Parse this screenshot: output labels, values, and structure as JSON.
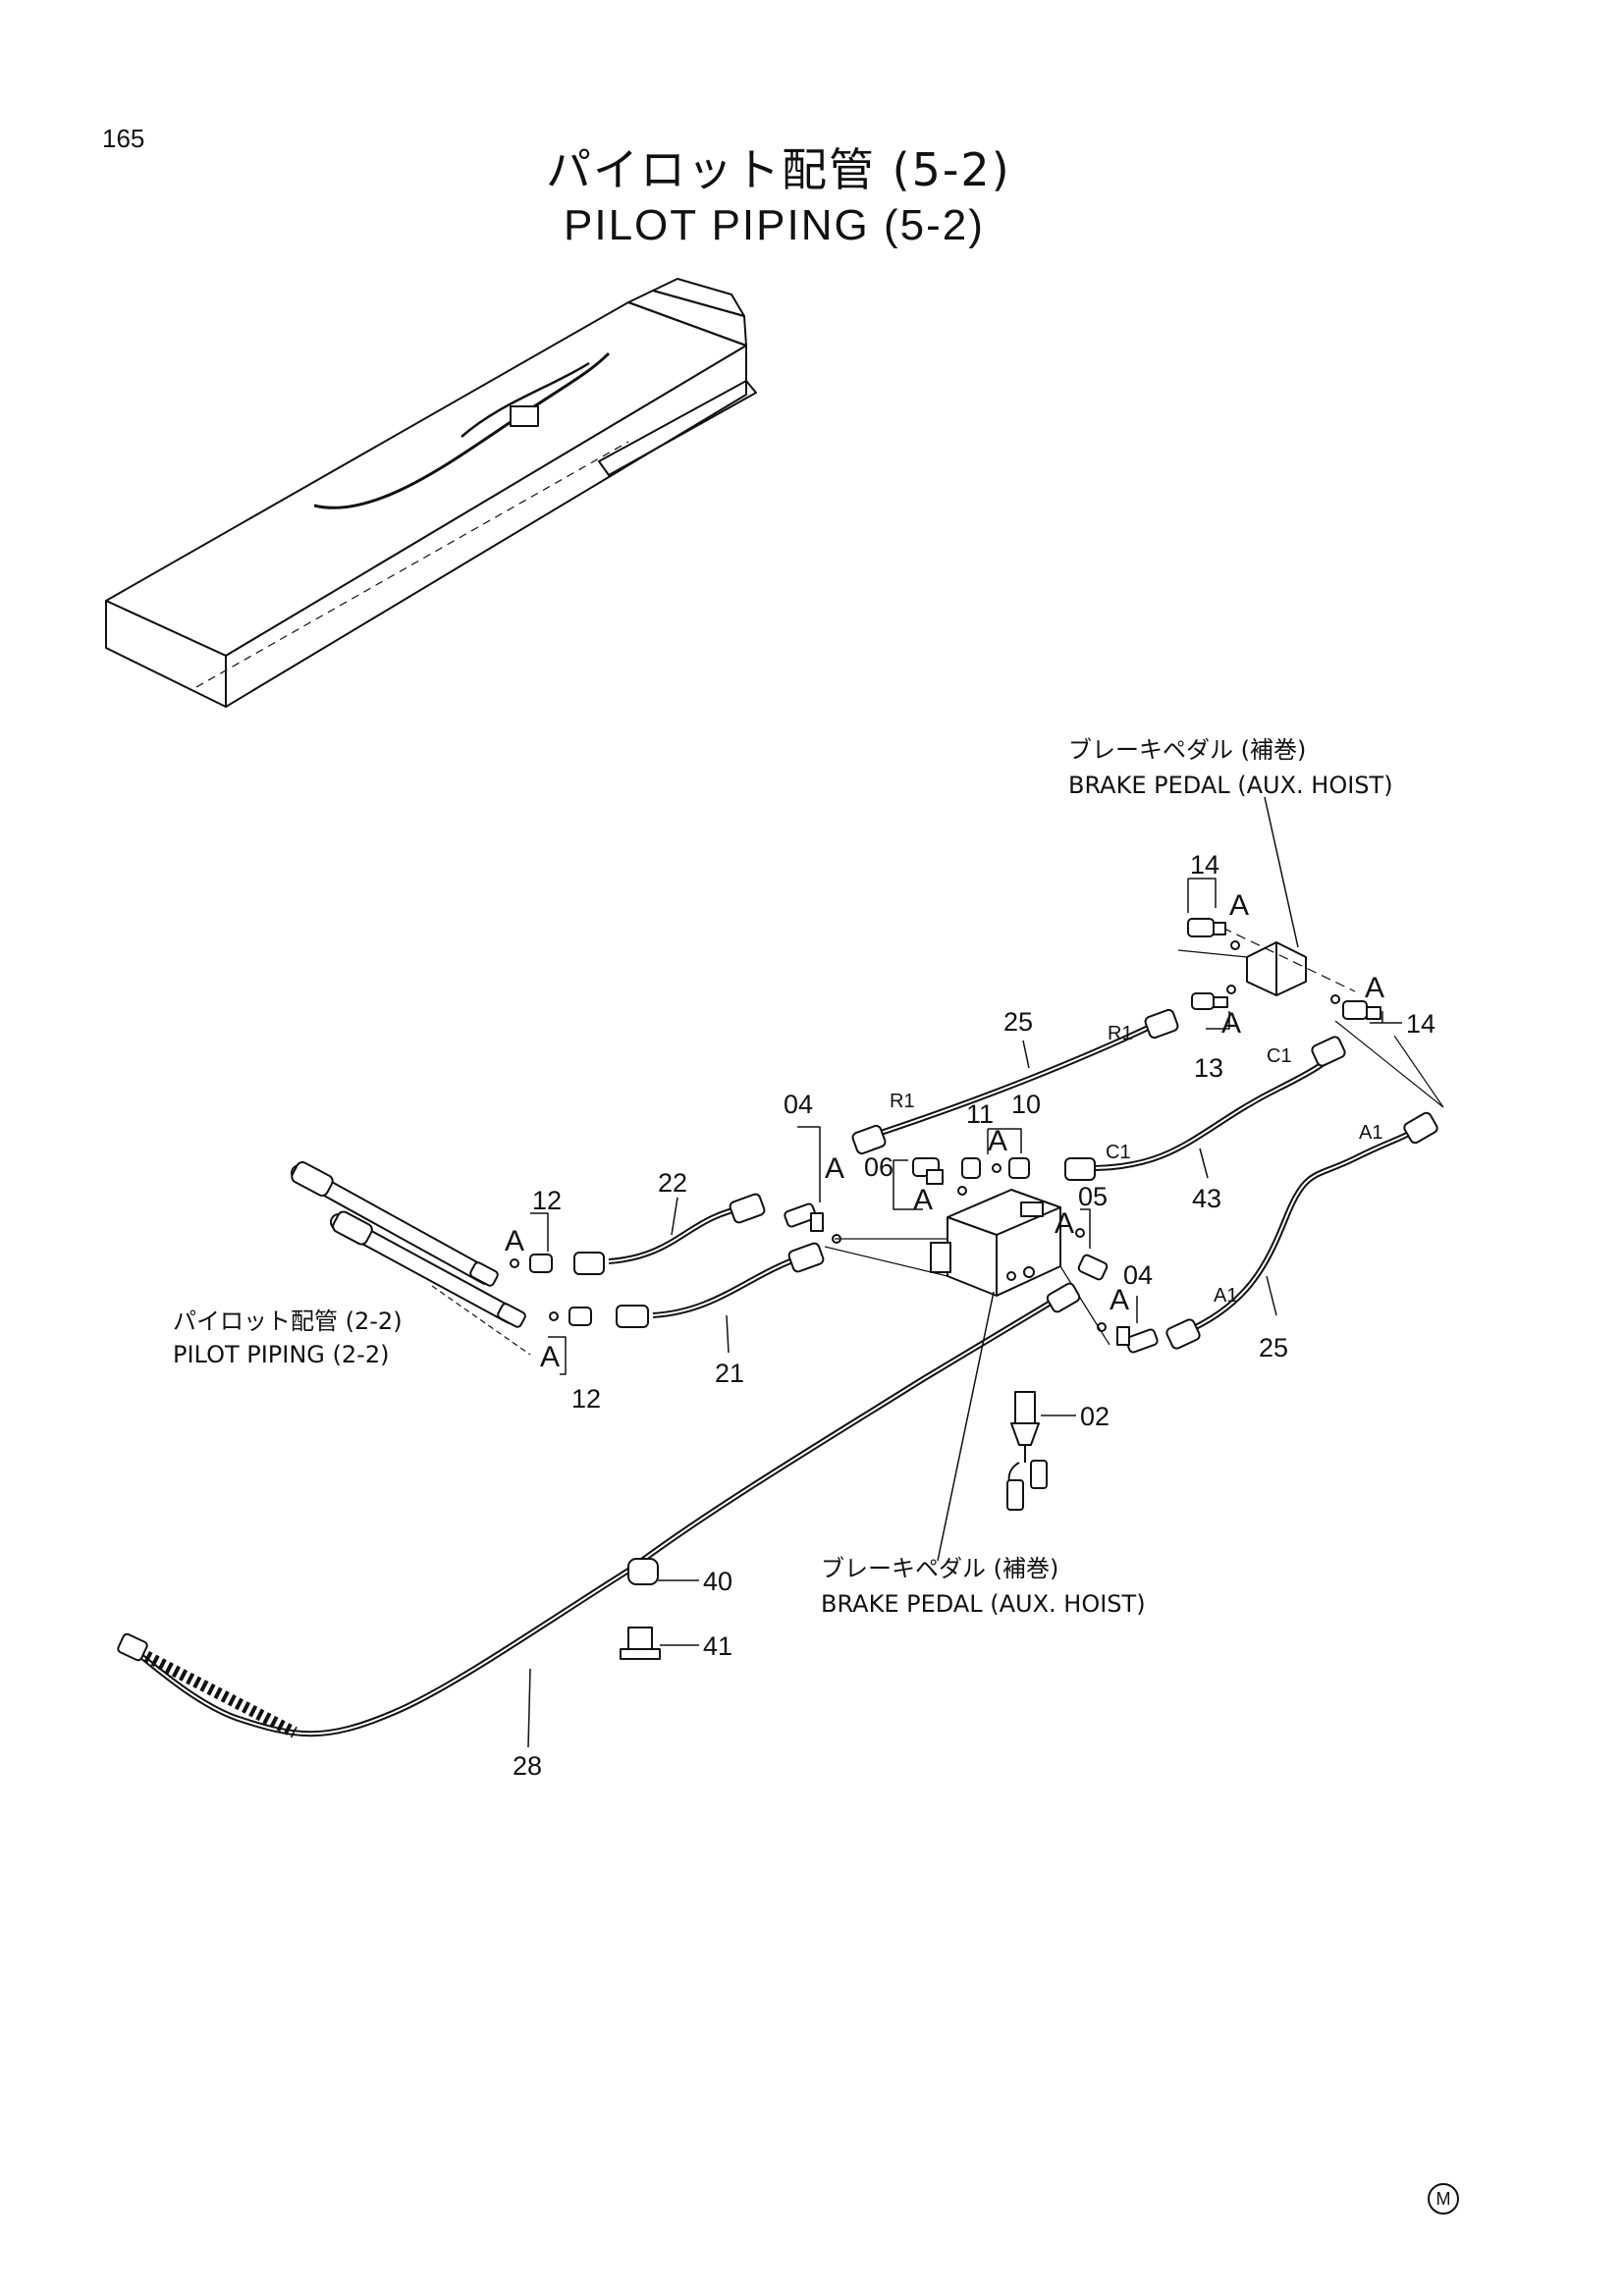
{
  "page_number": "165",
  "title": {
    "ja": "パイロット配管 (5-2)",
    "en": "PILOT PIPING (5-2)"
  },
  "callouts": {
    "brake_pedal_top": {
      "ja": "ブレーキペダル (補巻)",
      "en": "BRAKE PEDAL (AUX. HOIST)"
    },
    "brake_pedal_mid": {
      "ja": "ブレーキペダル (補巻)",
      "en": "BRAKE PEDAL (AUX. HOIST)"
    },
    "pilot_piping_ref": {
      "ja": "パイロット配管 (2-2)",
      "en": "PILOT PIPING (2-2)"
    }
  },
  "part_numbers": {
    "n14_top": "14",
    "n14_right": "14",
    "n13": "13",
    "n25_top": "25",
    "n25_right": "25",
    "n11": "11",
    "n10": "10",
    "n04_left": "04",
    "n04_right": "04",
    "n06": "06",
    "n05": "05",
    "n43": "43",
    "n22": "22",
    "n21": "21",
    "n12_top": "12",
    "n12_bottom": "12",
    "n02": "02",
    "n40": "40",
    "n41": "41",
    "n28": "28"
  },
  "port_labels": {
    "r1_top": "R1",
    "r1_left": "R1",
    "c1_right": "C1",
    "c1_mid": "C1",
    "a1_right": "A1",
    "a1_mid": "A1"
  },
  "detail_marker": "A",
  "manufacturer_mark": "M"
}
